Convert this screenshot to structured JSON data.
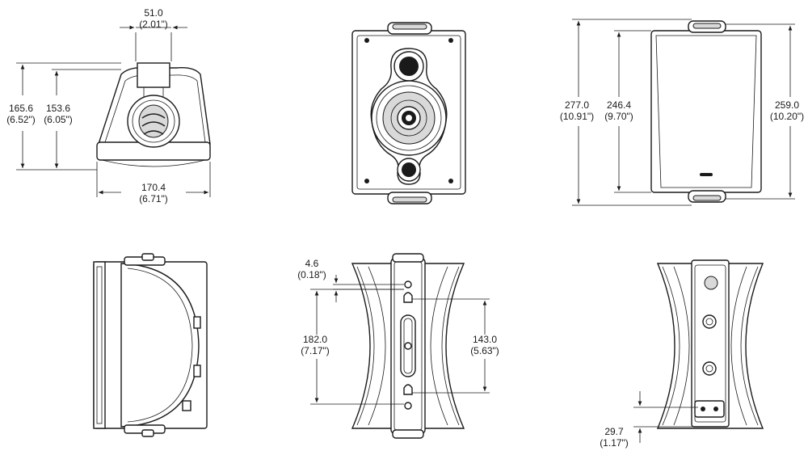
{
  "views": {
    "top": {
      "width_top": {
        "mm": "51.0",
        "in": "(2.01\")"
      },
      "height_outer": {
        "mm": "165.6",
        "in": "(6.52\")"
      },
      "height_inner": {
        "mm": "153.6",
        "in": "(6.05\")"
      },
      "width_bottom": {
        "mm": "170.4",
        "in": "(6.71\")"
      }
    },
    "side": {
      "height_total": {
        "mm": "277.0",
        "in": "(10.91\")"
      },
      "height_body": {
        "mm": "246.4",
        "in": "(9.70\")"
      },
      "height_grille": {
        "mm": "259.0",
        "in": "(10.20\")"
      }
    },
    "back": {
      "slot_offset": {
        "mm": "4.6",
        "in": "(0.18\")"
      },
      "slot_span": {
        "mm": "182.0",
        "in": "(7.17\")"
      },
      "bracket_span": {
        "mm": "143.0",
        "in": "(5.63\")"
      }
    },
    "bottom": {
      "terminal_height": {
        "mm": "29.7",
        "in": "(1.17\")"
      }
    }
  }
}
